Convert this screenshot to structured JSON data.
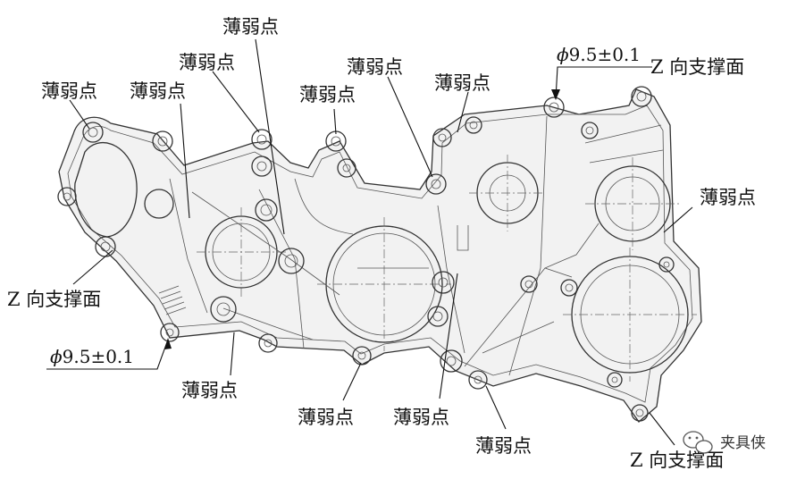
{
  "labels": {
    "thin": "薄弱点",
    "zsupport": "Z 向支撑面",
    "dia_symbol": "ϕ",
    "dia_value": "9.5±0.1"
  },
  "watermark": "夹具侠"
}
